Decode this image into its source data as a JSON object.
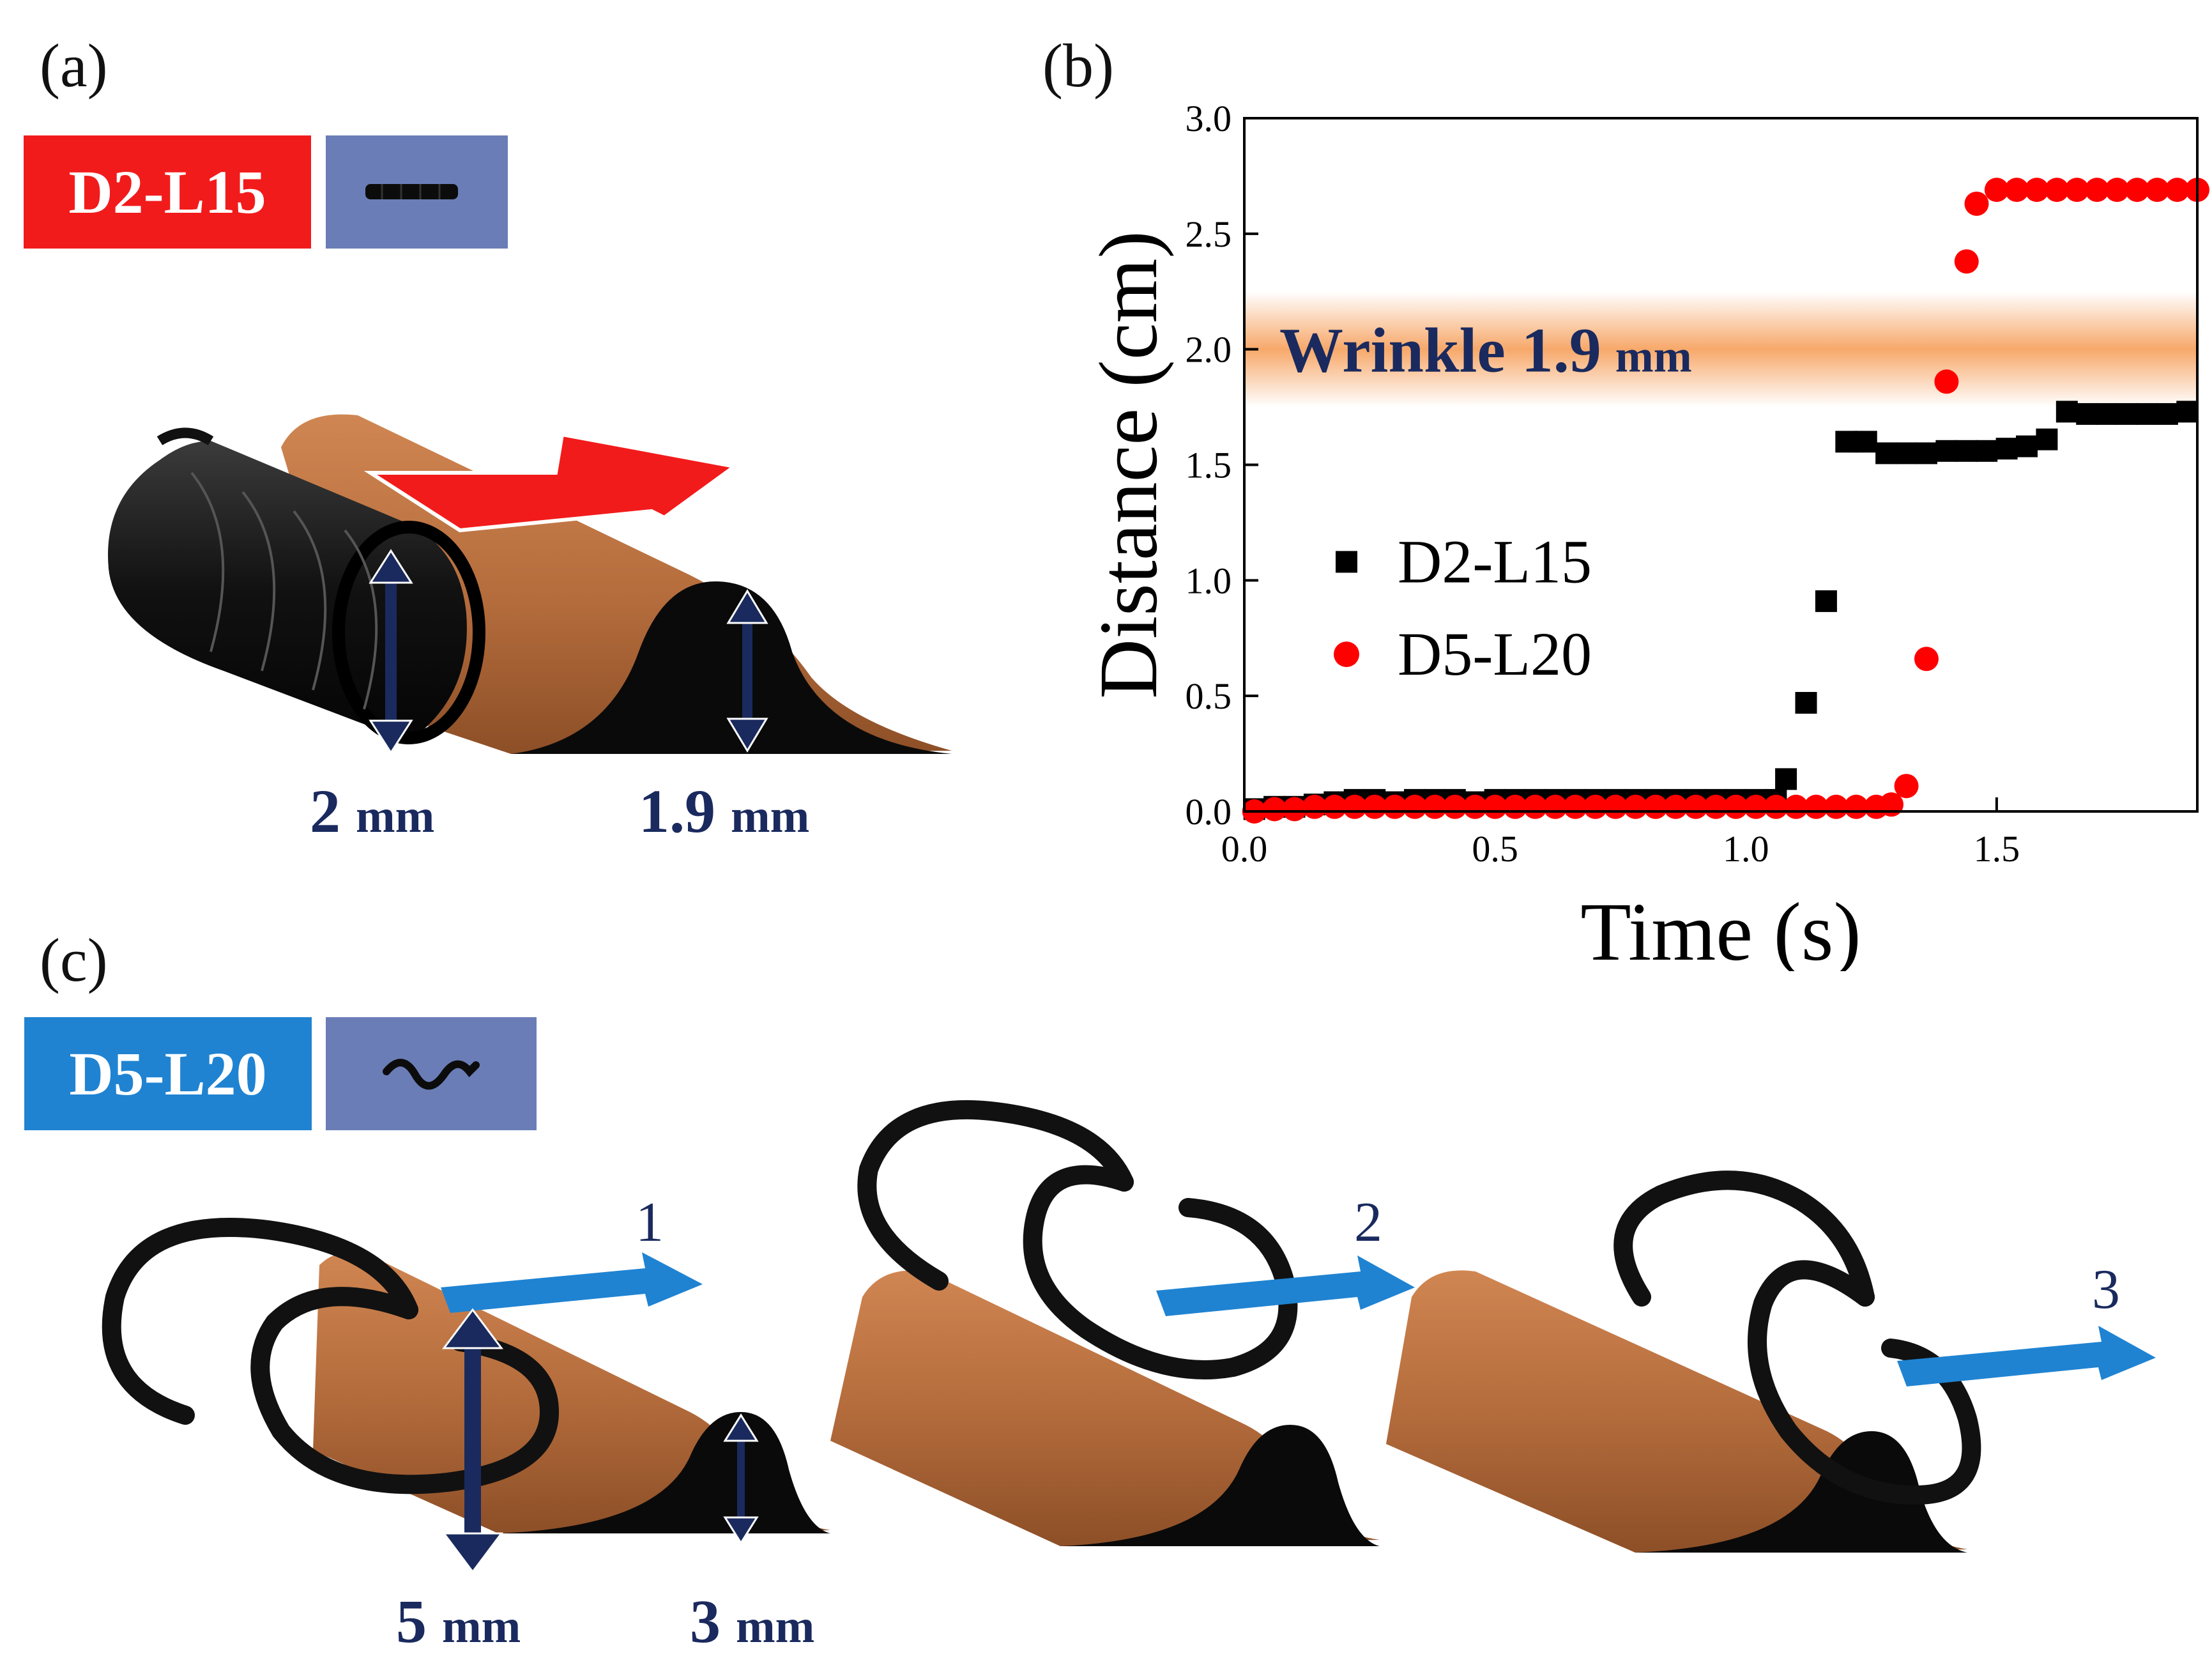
{
  "panels": {
    "a": "(a)",
    "b": "(b)",
    "c": "(c)"
  },
  "panel_a": {
    "badge": "D2-L15",
    "badge_color": "#f21b1b",
    "dim_left_value": "2",
    "dim_left_unit": "mm",
    "dim_right_value": "1.9",
    "dim_right_unit": "mm"
  },
  "panel_c": {
    "badge": "D5-L20",
    "badge_color": "#1f83d2",
    "dim_left_value": "5",
    "dim_left_unit": "mm",
    "dim_right_value": "3",
    "dim_right_unit": "mm",
    "steps": [
      "1",
      "2",
      "3"
    ]
  },
  "colors": {
    "copper": "#c07745",
    "coil": "#141414",
    "arrow_dim": "#1a2a5e",
    "arrow_red": "#f21b1b",
    "arrow_blue": "#1f83d2",
    "band": "#f7a86a"
  },
  "chart_data": {
    "type": "scatter",
    "xlabel": "Time (s)",
    "ylabel": "Distance (cm)",
    "xlim": [
      0.0,
      1.9
    ],
    "ylim": [
      0.0,
      3.0
    ],
    "xticks": [
      "0.0",
      "0.5",
      "1.0",
      "1.5"
    ],
    "yticks": [
      "0.0",
      "0.5",
      "1.0",
      "1.5",
      "2.0",
      "2.5",
      "3.0"
    ],
    "annotation": {
      "text_main": "Wrinkle 1.9",
      "text_unit": "mm",
      "y": 2.0,
      "band": [
        1.75,
        2.25
      ]
    },
    "legend_position": "center-left",
    "series": [
      {
        "name": "D2-L15",
        "marker": "square",
        "color": "#000000",
        "x": [
          0.02,
          0.06,
          0.1,
          0.14,
          0.18,
          0.22,
          0.26,
          0.3,
          0.34,
          0.38,
          0.42,
          0.46,
          0.5,
          0.54,
          0.58,
          0.62,
          0.66,
          0.7,
          0.74,
          0.78,
          0.82,
          0.86,
          0.9,
          0.94,
          0.98,
          1.02,
          1.06,
          1.08,
          1.12,
          1.16,
          1.2,
          1.24,
          1.28,
          1.32,
          1.36,
          1.4,
          1.44,
          1.48,
          1.52,
          1.56,
          1.6,
          1.64,
          1.68,
          1.72,
          1.76,
          1.8,
          1.84,
          1.88
        ],
        "y": [
          0.01,
          0.02,
          0.02,
          0.03,
          0.04,
          0.05,
          0.05,
          0.04,
          0.05,
          0.05,
          0.05,
          0.04,
          0.05,
          0.05,
          0.05,
          0.05,
          0.05,
          0.05,
          0.05,
          0.05,
          0.05,
          0.05,
          0.05,
          0.05,
          0.05,
          0.05,
          0.05,
          0.14,
          0.47,
          0.91,
          1.6,
          1.6,
          1.55,
          1.55,
          1.55,
          1.56,
          1.56,
          1.56,
          1.57,
          1.58,
          1.61,
          1.73,
          1.72,
          1.72,
          1.72,
          1.72,
          1.72,
          1.73
        ]
      },
      {
        "name": "D5-L20",
        "marker": "circle",
        "color": "#ff0000",
        "x": [
          0.02,
          0.06,
          0.1,
          0.14,
          0.18,
          0.22,
          0.26,
          0.3,
          0.34,
          0.38,
          0.42,
          0.46,
          0.5,
          0.54,
          0.58,
          0.62,
          0.66,
          0.7,
          0.74,
          0.78,
          0.82,
          0.86,
          0.9,
          0.94,
          0.98,
          1.02,
          1.06,
          1.1,
          1.14,
          1.18,
          1.22,
          1.26,
          1.29,
          1.32,
          1.36,
          1.4,
          1.44,
          1.46,
          1.5,
          1.54,
          1.58,
          1.62,
          1.66,
          1.7,
          1.74,
          1.78,
          1.82,
          1.86,
          1.9
        ],
        "y": [
          0.0,
          0.01,
          0.01,
          0.02,
          0.02,
          0.02,
          0.02,
          0.02,
          0.02,
          0.02,
          0.02,
          0.02,
          0.02,
          0.02,
          0.02,
          0.02,
          0.02,
          0.02,
          0.02,
          0.02,
          0.02,
          0.02,
          0.02,
          0.02,
          0.02,
          0.02,
          0.02,
          0.02,
          0.02,
          0.02,
          0.02,
          0.02,
          0.03,
          0.11,
          0.66,
          1.86,
          2.38,
          2.63,
          2.69,
          2.69,
          2.69,
          2.69,
          2.69,
          2.69,
          2.69,
          2.69,
          2.69,
          2.69,
          2.69
        ]
      }
    ]
  }
}
